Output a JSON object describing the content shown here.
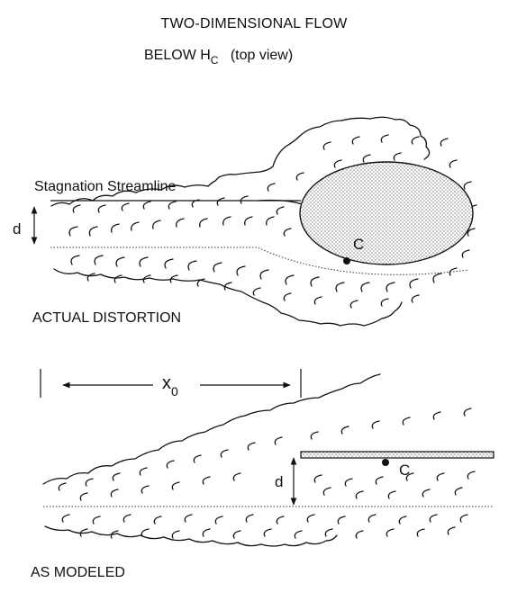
{
  "title_line1": "TWO-DIMENSIONAL FLOW",
  "title_line2_pre": "BELOW H",
  "title_line2_sub": "C",
  "title_line2_post": "(top view)",
  "top_panel": {
    "streamline_label": "Stagnation Streamline",
    "d_label": "d",
    "c_label": "C",
    "caption": "ACTUAL DISTORTION"
  },
  "bottom_panel": {
    "x0_label": "x",
    "x0_sub": "0",
    "d_label": "d",
    "c_label": "C",
    "caption": "AS MODELED"
  }
}
